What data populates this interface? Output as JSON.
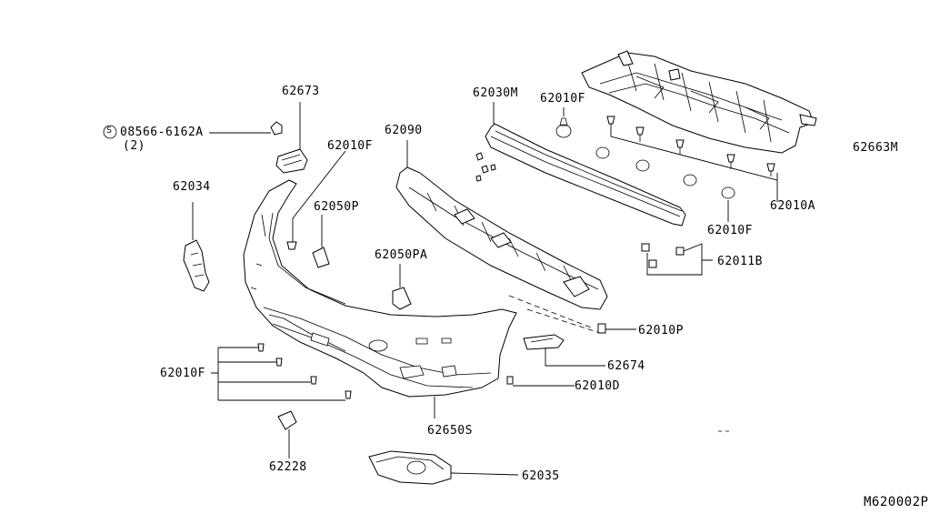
{
  "diagram_code": "M620002P",
  "callouts": {
    "p62673": "62673",
    "p08566_note": "08566-6162A",
    "p08566_qty": "(2)",
    "p08566_prefix": "S",
    "p62010F_top": "62010F",
    "p62090": "62090",
    "p62030M": "62030M",
    "p62010F_right_top": "62010F",
    "p62663M": "62663M",
    "p62034": "62034",
    "p62050P": "62050P",
    "p62010A": "62010A",
    "p62010F_right_mid": "62010F",
    "p62050PA": "62050PA",
    "p62011B": "62011B",
    "p62010P": "62010P",
    "p62674": "62674",
    "p62010F_left": "62010F",
    "p62010D": "62010D",
    "p62650S": "62650S",
    "p62228": "62228",
    "p62035": "62035"
  }
}
